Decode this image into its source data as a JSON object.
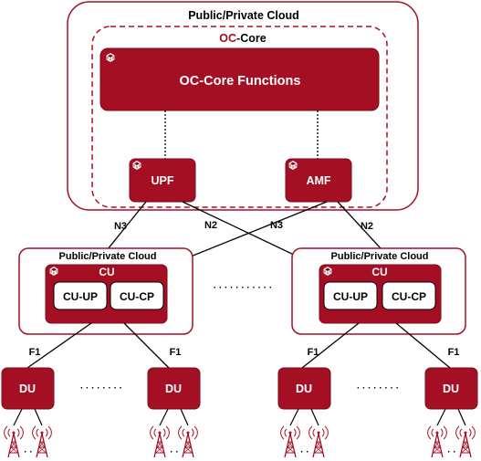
{
  "colors": {
    "accent": "#a50f23",
    "accent_dark": "#7a0b1a",
    "cloud_border": "#a50f23",
    "line": "#000000",
    "text_on_accent": "#ffffff"
  },
  "top_cloud": {
    "title": "Public/Private Cloud",
    "core_title_prefix": "OC",
    "core_title_suffix": "-Core",
    "core_functions_label": "OC-Core Functions",
    "upf_label": "UPF",
    "amf_label": "AMF",
    "icon": "cube-icon"
  },
  "links": {
    "n3_left": "N3",
    "n2_left": "N2",
    "n3_right": "N3",
    "n2_right": "N2"
  },
  "edge_clouds": [
    {
      "title": "Public/Private Cloud",
      "cu_label": "CU",
      "cu_up_label": "CU-UP",
      "cu_cp_label": "CU-CP",
      "f1_left": "F1",
      "f1_right": "F1"
    },
    {
      "title": "Public/Private Cloud",
      "cu_label": "CU",
      "cu_up_label": "CU-UP",
      "cu_cp_label": "CU-CP",
      "f1_left": "F1",
      "f1_right": "F1"
    }
  ],
  "du_label": "DU",
  "ellipsis_dots": "· · · · · · · · · · ·",
  "du_ellipsis": "· · · · · · · ·",
  "antenna_ellipsis": "· ·",
  "antenna_icon": "cell-tower-icon"
}
